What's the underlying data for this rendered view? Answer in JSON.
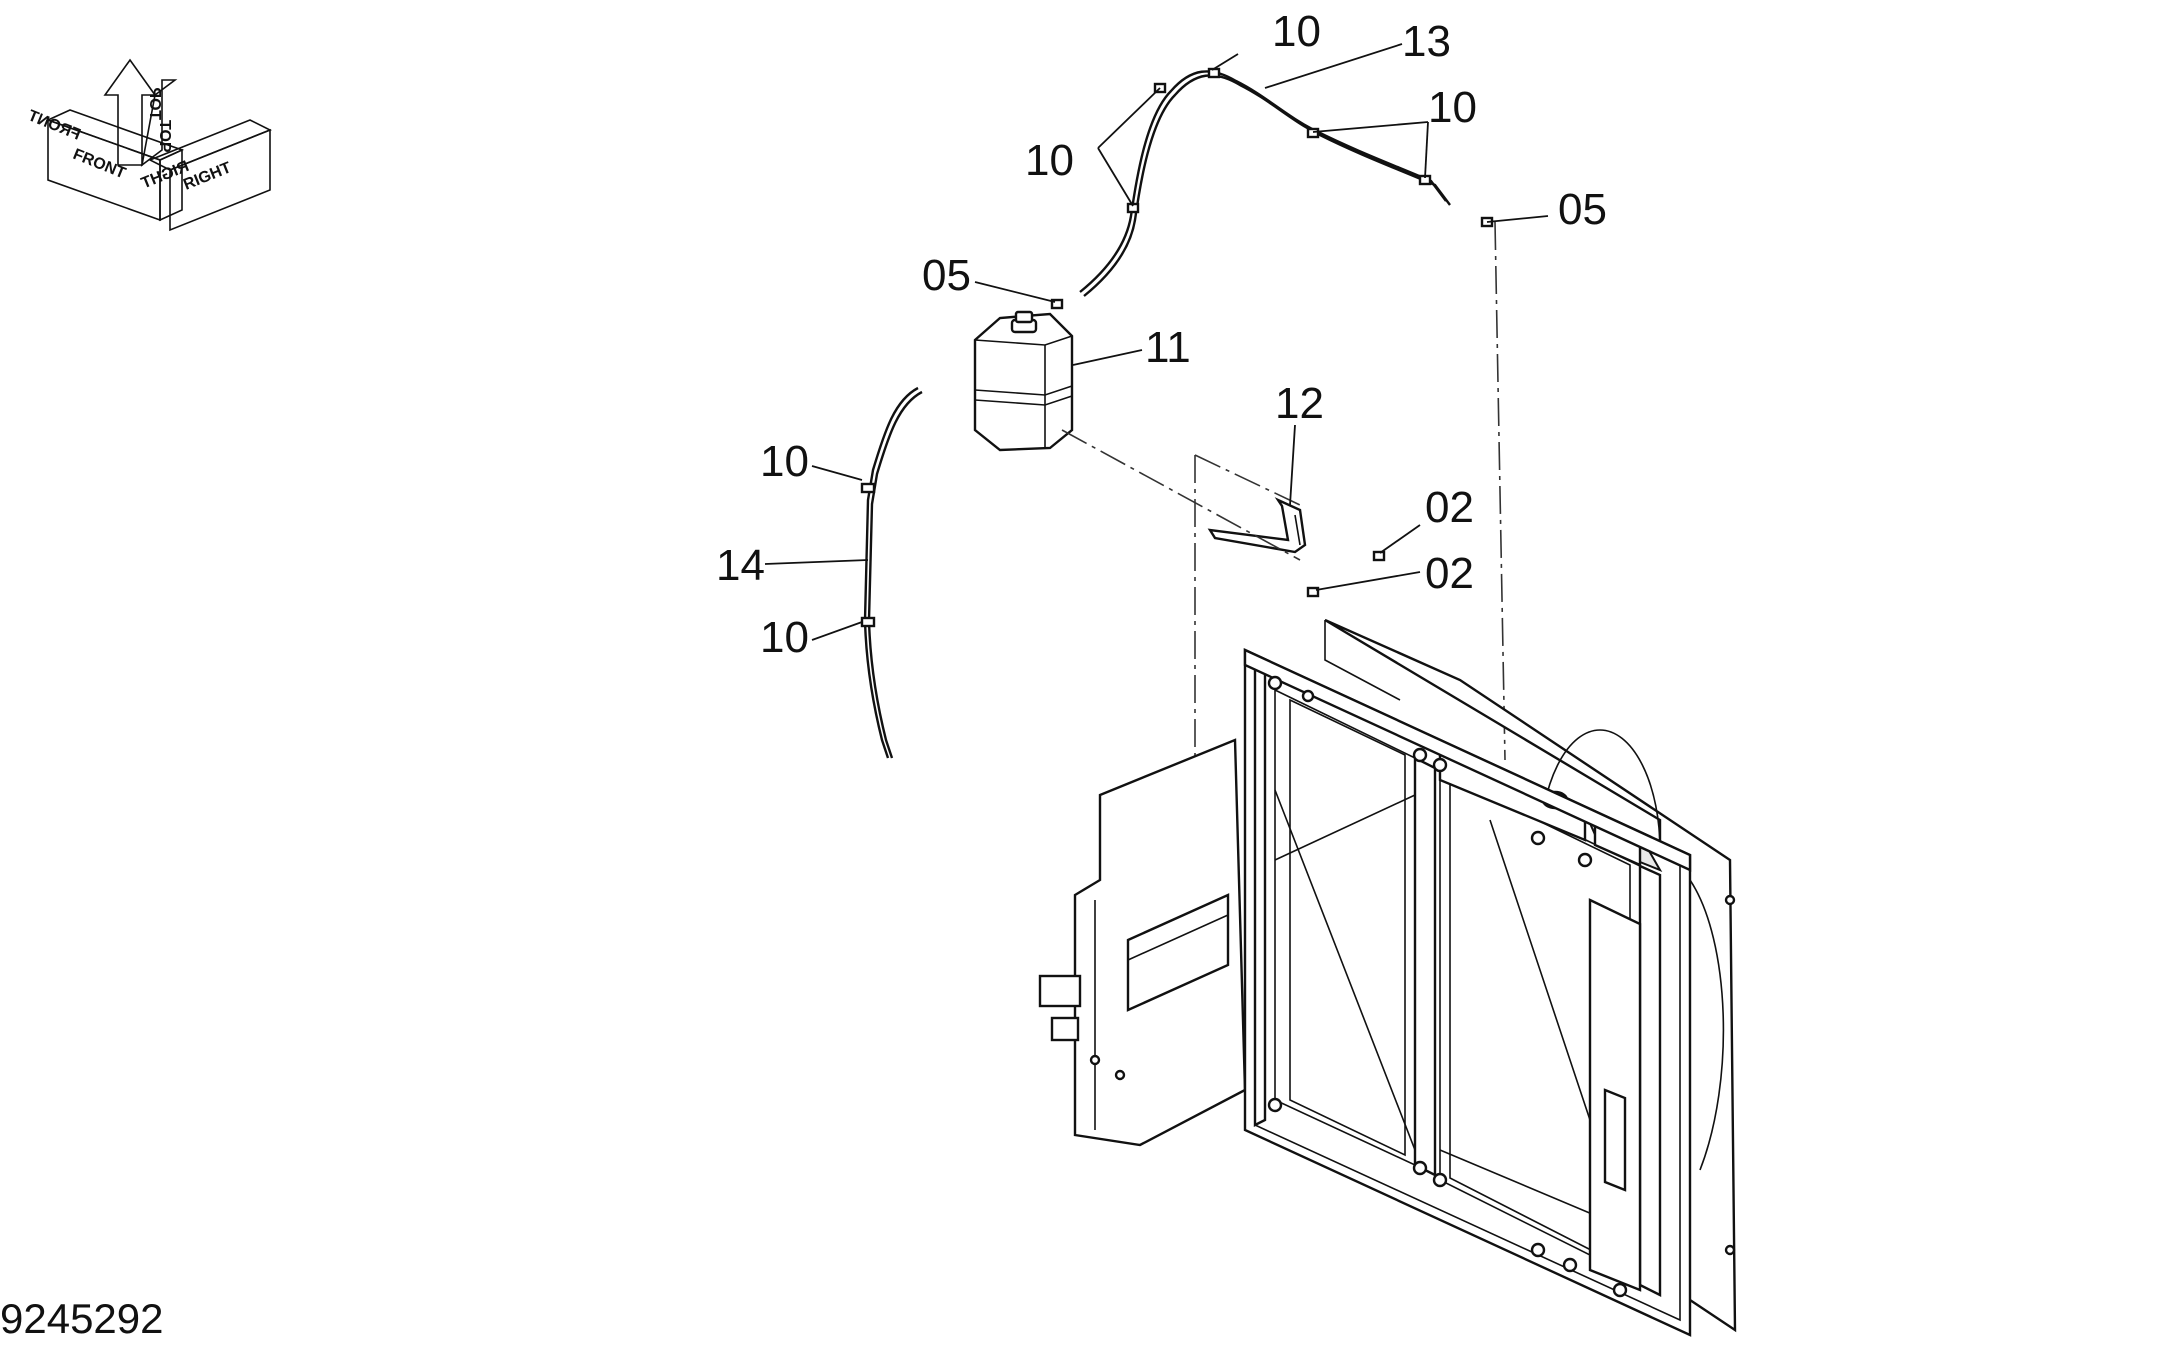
{
  "drawing_number": "9245292",
  "orientation": {
    "front": "FRONT",
    "front_mirror": "FRONT",
    "top": "TOP",
    "top_mirror": "TOP",
    "right": "RIGHT",
    "right_mirror": "RIGHT"
  },
  "callouts": {
    "c10_top": "10",
    "c13": "13",
    "c10_right": "10",
    "c10_left": "10",
    "c05_right": "05",
    "c05_left": "05",
    "c11": "11",
    "c12": "12",
    "c10_mid": "10",
    "c02_a": "02",
    "c14": "14",
    "c02_b": "02",
    "c10_low": "10"
  }
}
